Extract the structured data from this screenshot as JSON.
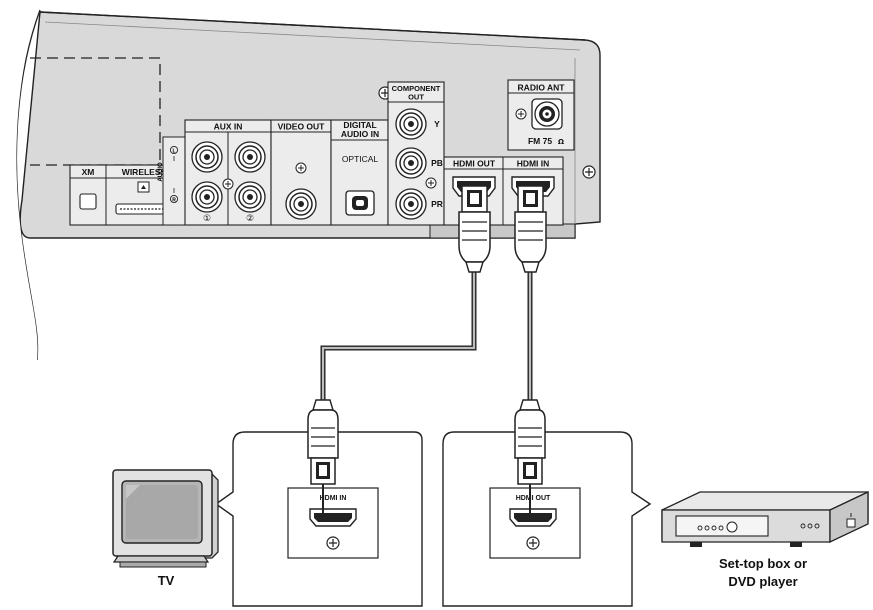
{
  "receiver": {
    "component_out_line1": "COMPONENT",
    "component_out_line2": "OUT",
    "component_y": "Y",
    "component_pb": "PB",
    "component_pr": "PR",
    "radio_ant": "RADIO ANT",
    "fm": "FM 75",
    "ohm": "Ω",
    "aux_in": "AUX IN",
    "aux_1": "①",
    "aux_2": "②",
    "audio_vertical": "AUDIO",
    "audio_l": "L",
    "audio_r": "R",
    "video_out": "VIDEO OUT",
    "digital_audio_line1": "DIGITAL",
    "digital_audio_line2": "AUDIO IN",
    "optical": "OPTICAL",
    "xm": "XM",
    "wireless": "WIRELESS",
    "hdmi_out": "HDMI OUT",
    "hdmi_in": "HDMI IN"
  },
  "callouts": {
    "tv_port": "HDMI IN",
    "player_port": "HDMI OUT"
  },
  "devices": {
    "tv": "TV",
    "player_line1": "Set-top box or",
    "player_line2": "DVD player"
  }
}
